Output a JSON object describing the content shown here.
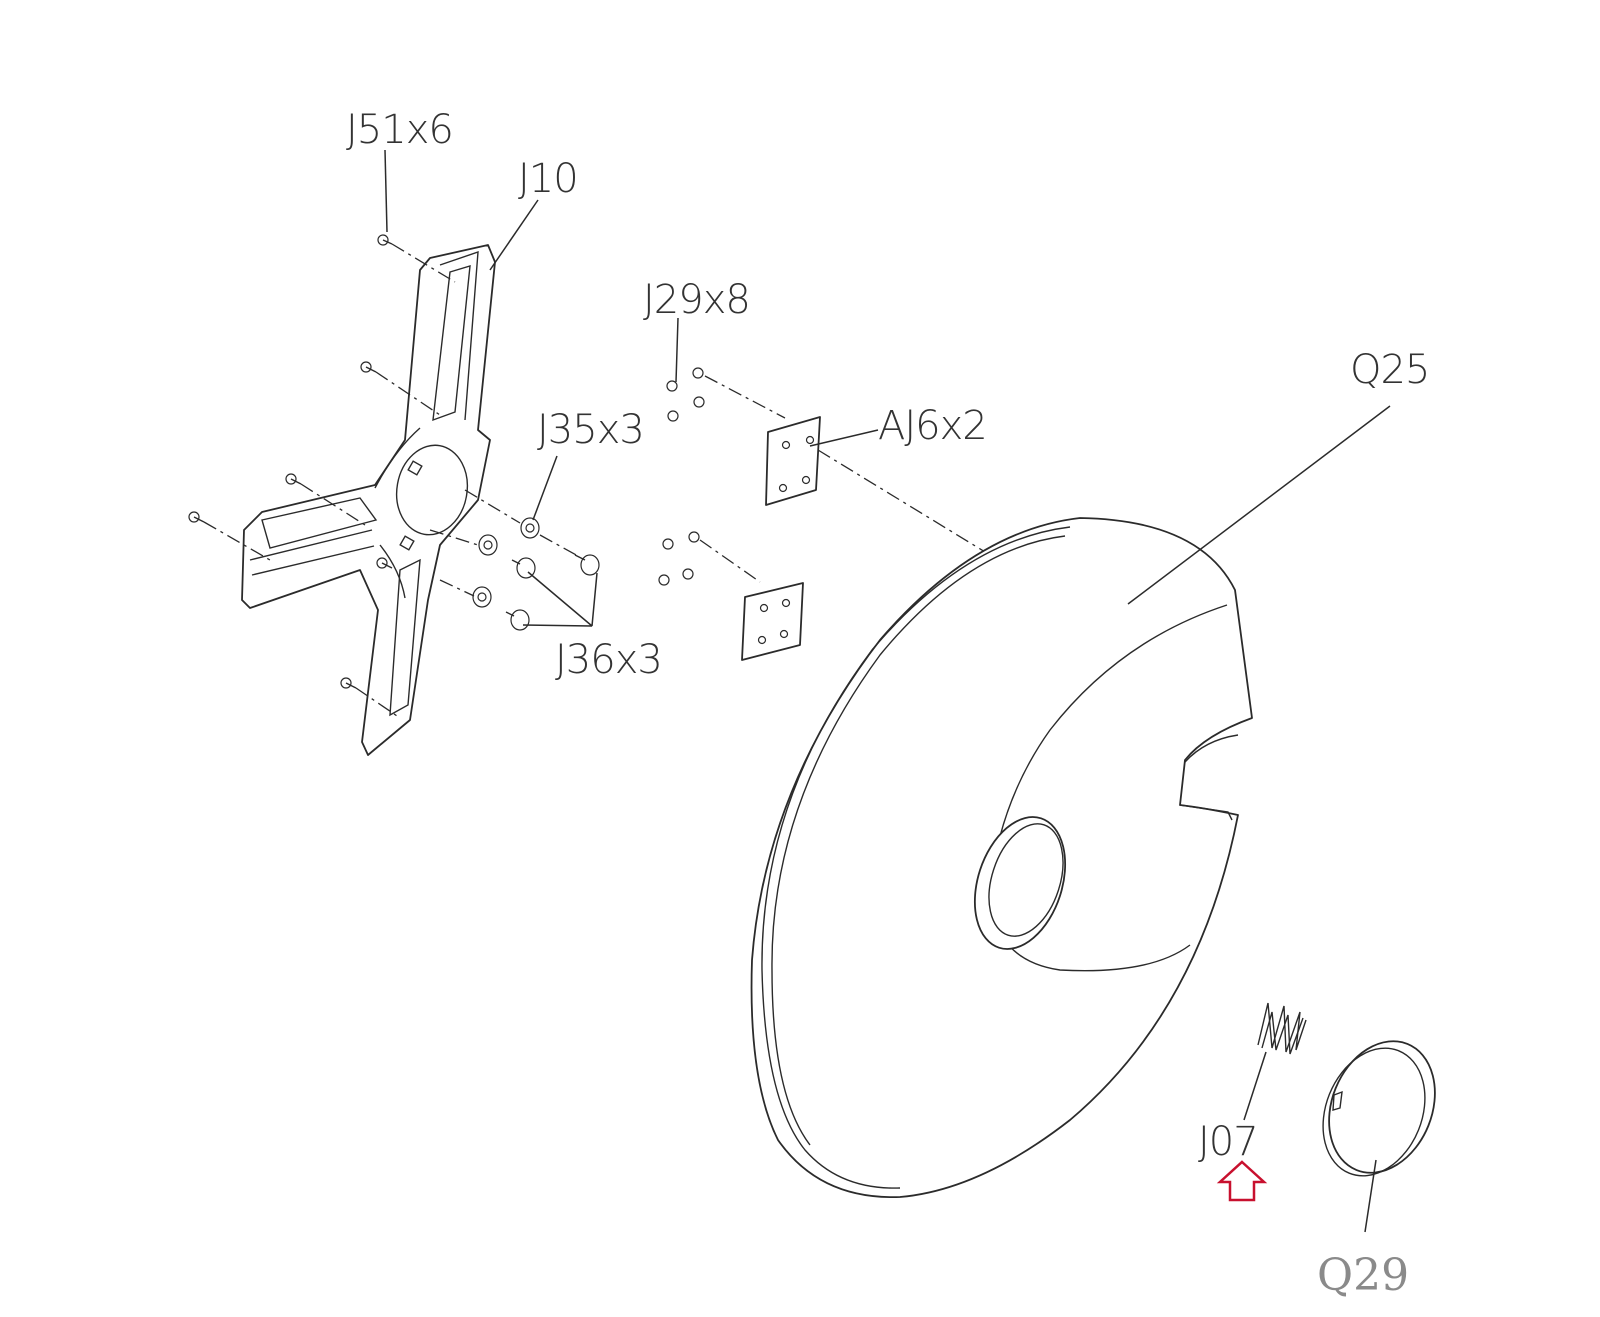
{
  "labels": {
    "j51": "J51x6",
    "j10": "J10",
    "j29": "J29x8",
    "q25": "Q25",
    "aj6": "AJ6x2",
    "j35": "J35x3",
    "j36": "J36x3",
    "j07": "J07",
    "q29": "Q29"
  },
  "colors": {
    "line": "#2b2b2b",
    "label": "#333333",
    "q29_label": "#8a8a8a",
    "highlight_arrow": "#c8102e"
  },
  "icons": {
    "highlight": "up-arrow-outline-icon"
  }
}
